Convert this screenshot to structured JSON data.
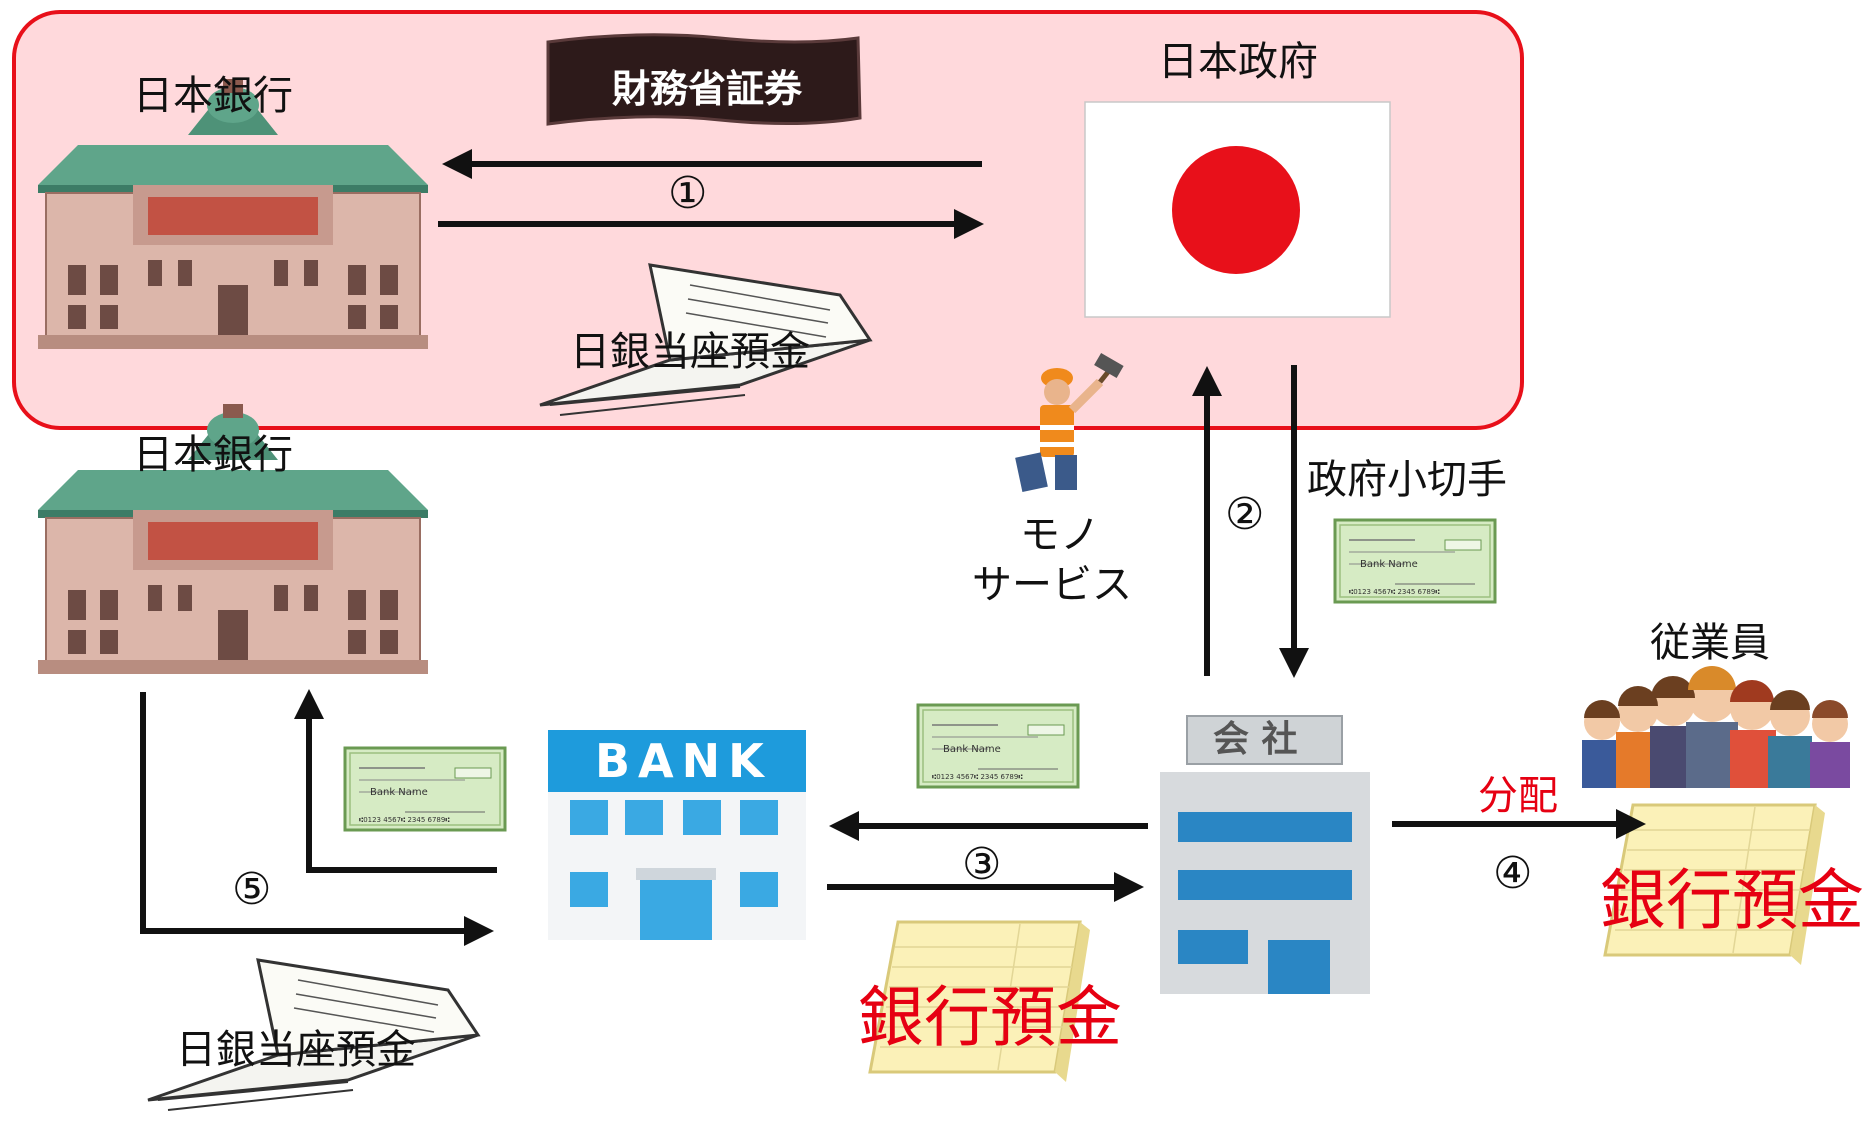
{
  "colors": {
    "region_fill": "#ffd9dc",
    "region_border": "#e8101a",
    "accent_red": "#e60012",
    "bank_blue": "#1e9bdc",
    "flag_red": "#e8101a"
  },
  "labels": {
    "boj_top": "日本銀行",
    "boj_bottom": "日本銀行",
    "government": "日本政府",
    "fb_banner": "財務省証券",
    "boj_deposit_top": "日銀当座預金",
    "boj_deposit_bottom": "日銀当座預金",
    "gov_check": "政府小切手",
    "goods_services_line1": "モノ",
    "goods_services_line2": "サービス",
    "bank_sign": "BANK",
    "company_sign": "会 社",
    "employees": "従業員",
    "distribution": "分配",
    "bank_deposit_left": "銀行預金",
    "bank_deposit_right": "銀行預金",
    "check_bank_name": "Bank Name"
  },
  "steps": {
    "s1": "①",
    "s2": "②",
    "s3": "③",
    "s4": "④",
    "s5": "⑤"
  },
  "icons": [
    "bank-of-japan-building-icon",
    "japan-flag-icon",
    "treasury-bill-banner-icon",
    "passbook-icon",
    "check-icon",
    "worker-icon",
    "bank-building-icon",
    "company-building-icon",
    "employees-group-icon"
  ]
}
